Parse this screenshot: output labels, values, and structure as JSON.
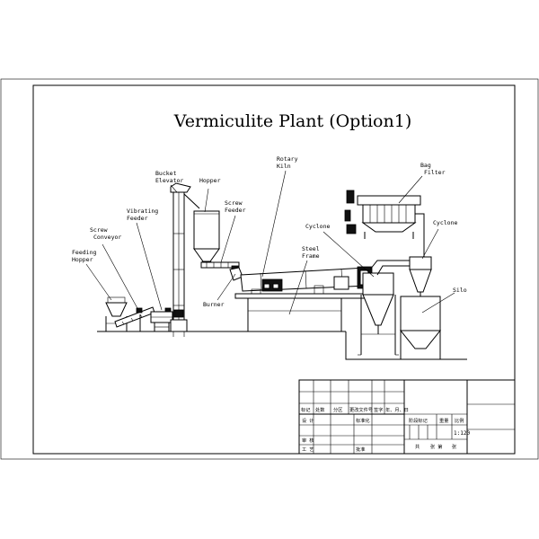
{
  "title": "Vermiculite Plant (Option1)",
  "labels": {
    "feeding_hopper": [
      "Feeding",
      "Hopper"
    ],
    "screw_conveyor": [
      "Screw",
      "Conveyor"
    ],
    "vibrating_feeder": [
      "Vibrating",
      "Feeder"
    ],
    "bucket_elevator": [
      "Bucket",
      "Elevator"
    ],
    "hopper": [
      "Hopper"
    ],
    "screw_feeder": [
      "Screw",
      "Feeder"
    ],
    "burner": [
      "Burner"
    ],
    "rotary_kiln": [
      "Rotary",
      "Kiln"
    ],
    "steel_frame": [
      "Steel",
      "Frame"
    ],
    "cyclone_left": [
      "Cyclone"
    ],
    "bag_filter": [
      "Bag",
      "Filter"
    ],
    "cyclone_right": [
      "Cyclone"
    ],
    "silo": [
      "Silo"
    ]
  },
  "title_block": {
    "row_a": [
      "标记",
      "处数",
      "分区",
      "更改文件号",
      "签字",
      "年、月、日"
    ],
    "design": "设 计",
    "standard": "标准化",
    "stage_mark": "阶段标记",
    "weight": "重量",
    "scale_label": "比例",
    "scale_value": "1:120",
    "review": "审 核",
    "process": "工 艺",
    "approve": "批准",
    "sheets_total": "共",
    "sheets_label": "张 第",
    "sheet_suffix": "张"
  }
}
